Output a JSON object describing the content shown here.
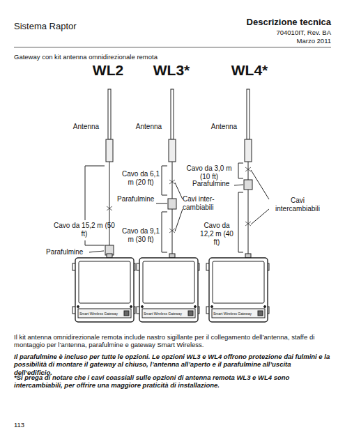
{
  "diagram": {
    "title": "Gateway con kit antenna omnidirezionale remota",
    "labels": [
      "Sistema Raptor",
      "Descrizione tecnica",
      "704010IT, Rev. BA",
      "Marzo 2011",
      "WL2",
      "WL3*",
      "WL4*",
      "Antenna",
      "Antenna",
      "Antenna",
      "Cavo da 15,2 m (50 ft)",
      "Parafulmine",
      "Cavo da 6,1 m (20 ft)",
      "Parafulmine",
      "Cavo da 9,1 m (30 ft)",
      "Cavi inter- cambiabili",
      "Cavo da 3,0 m (10 ft)",
      "Parafulmine",
      "Cavo da 12,2 m (40 ft)",
      "Cavi intercambiabili",
      "Smart Wireless Gateway",
      "Smart Wireless Gateway",
      "Smart Wireless Gateway",
      "Il kit antenna omnidirezionale remota include nastro sigillante per il collegamento dell’antenna, staffe di montaggio per l’antenna, parafulmine e gateway Smart Wireless.",
      "Il parafulmine è incluso per tutte le opzioni. Le opzioni WL3 e WL4 offrono protezione dai fulmini e la possibilità di montare il gateway al chiuso, l’antenna all’aperto e il parafulmine all’uscita dell’edificio.",
      "*Si prega di notare che i cavi coassiali sulle opzioni di antenna remota WL3 e WL4 sono intercambiabili, per offrire una maggiore praticità di installazione.",
      "113"
    ]
  }
}
